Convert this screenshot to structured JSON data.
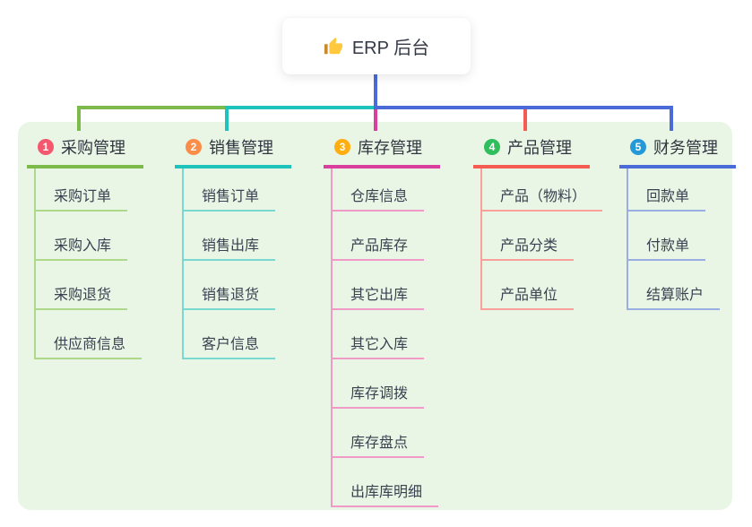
{
  "root": {
    "label": "ERP 后台",
    "icon": "thumbs-up"
  },
  "branches": [
    {
      "badge": "1",
      "label": "采购管理",
      "color": "#7DBA4C",
      "light_color": "#AFD98A",
      "badge_color": "#F3586F",
      "children": [
        "采购订单",
        "采购入库",
        "采购退货",
        "供应商信息"
      ]
    },
    {
      "badge": "2",
      "label": "销售管理",
      "color": "#1EC3BB",
      "light_color": "#79D8D0",
      "badge_color": "#FB8D4B",
      "children": [
        "销售订单",
        "销售出库",
        "销售退货",
        "客户信息"
      ]
    },
    {
      "badge": "3",
      "label": "库存管理",
      "color": "#DA3F9D",
      "light_color": "#F19AC8",
      "badge_color": "#FFAD0F",
      "children": [
        "仓库信息",
        "产品库存",
        "其它出库",
        "其它入库",
        "库存调拨",
        "库存盘点",
        "出库库明细"
      ]
    },
    {
      "badge": "4",
      "label": "产品管理",
      "color": "#F4585令",
      "light_color": "#F9A09A",
      "badge_color": "#2EBE5C",
      "children": [
        "产品（物料）",
        "产品分类",
        "产品单位"
      ]
    },
    {
      "badge": "5",
      "label": "财务管理",
      "color": "#4A6BD8",
      "light_color": "#9AAEE3",
      "badge_color": "#2599D8",
      "children": [
        "回款单",
        "付款单",
        "结算账户"
      ]
    }
  ],
  "colors": {
    "panel_background": "#E9F6E6",
    "root_connector": "#4A6BD8",
    "branch4_color_fix": "#F45B52"
  }
}
